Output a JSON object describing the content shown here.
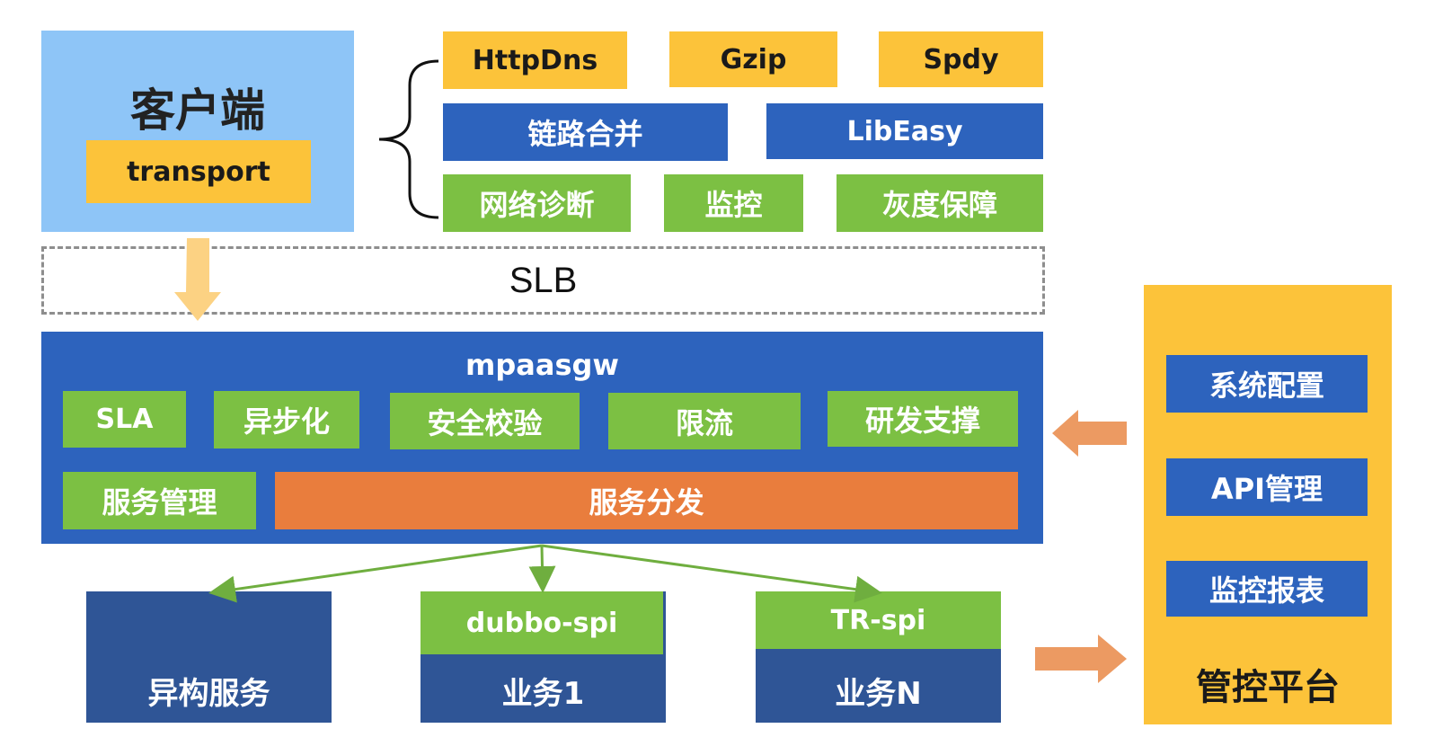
{
  "client": {
    "title": "客户端",
    "transport": "transport"
  },
  "features": {
    "row1": [
      "HttpDns",
      "Gzip",
      "Spdy"
    ],
    "row2": [
      "链路合并",
      "LibEasy"
    ],
    "row3": [
      "网络诊断",
      "监控",
      "灰度保障"
    ]
  },
  "slb": {
    "label": "SLB"
  },
  "gateway": {
    "title": "mpaasgw",
    "row1": [
      "SLA",
      "异步化",
      "安全校验",
      "限流",
      "研发支撑"
    ],
    "service_mgmt": "服务管理",
    "dispatch": "服务分发"
  },
  "backends": {
    "hetero": "异构服务",
    "dubbo_spi": "dubbo-spi",
    "biz1": "业务1",
    "tr_spi": "TR-spi",
    "bizn": "业务N"
  },
  "control": {
    "title": "管控平台",
    "items": [
      "系统配置",
      "API管理",
      "监控报表"
    ]
  },
  "colors": {
    "client_bg": "#8ec5f7",
    "yellow": "#fcc33a",
    "blue": "#2d63bd",
    "dark_blue": "#2f5596",
    "green": "#7cc043",
    "orange": "#e97d3d",
    "arrow_orange": "#ec9a62",
    "arrow_yellow": "#fcd283"
  }
}
